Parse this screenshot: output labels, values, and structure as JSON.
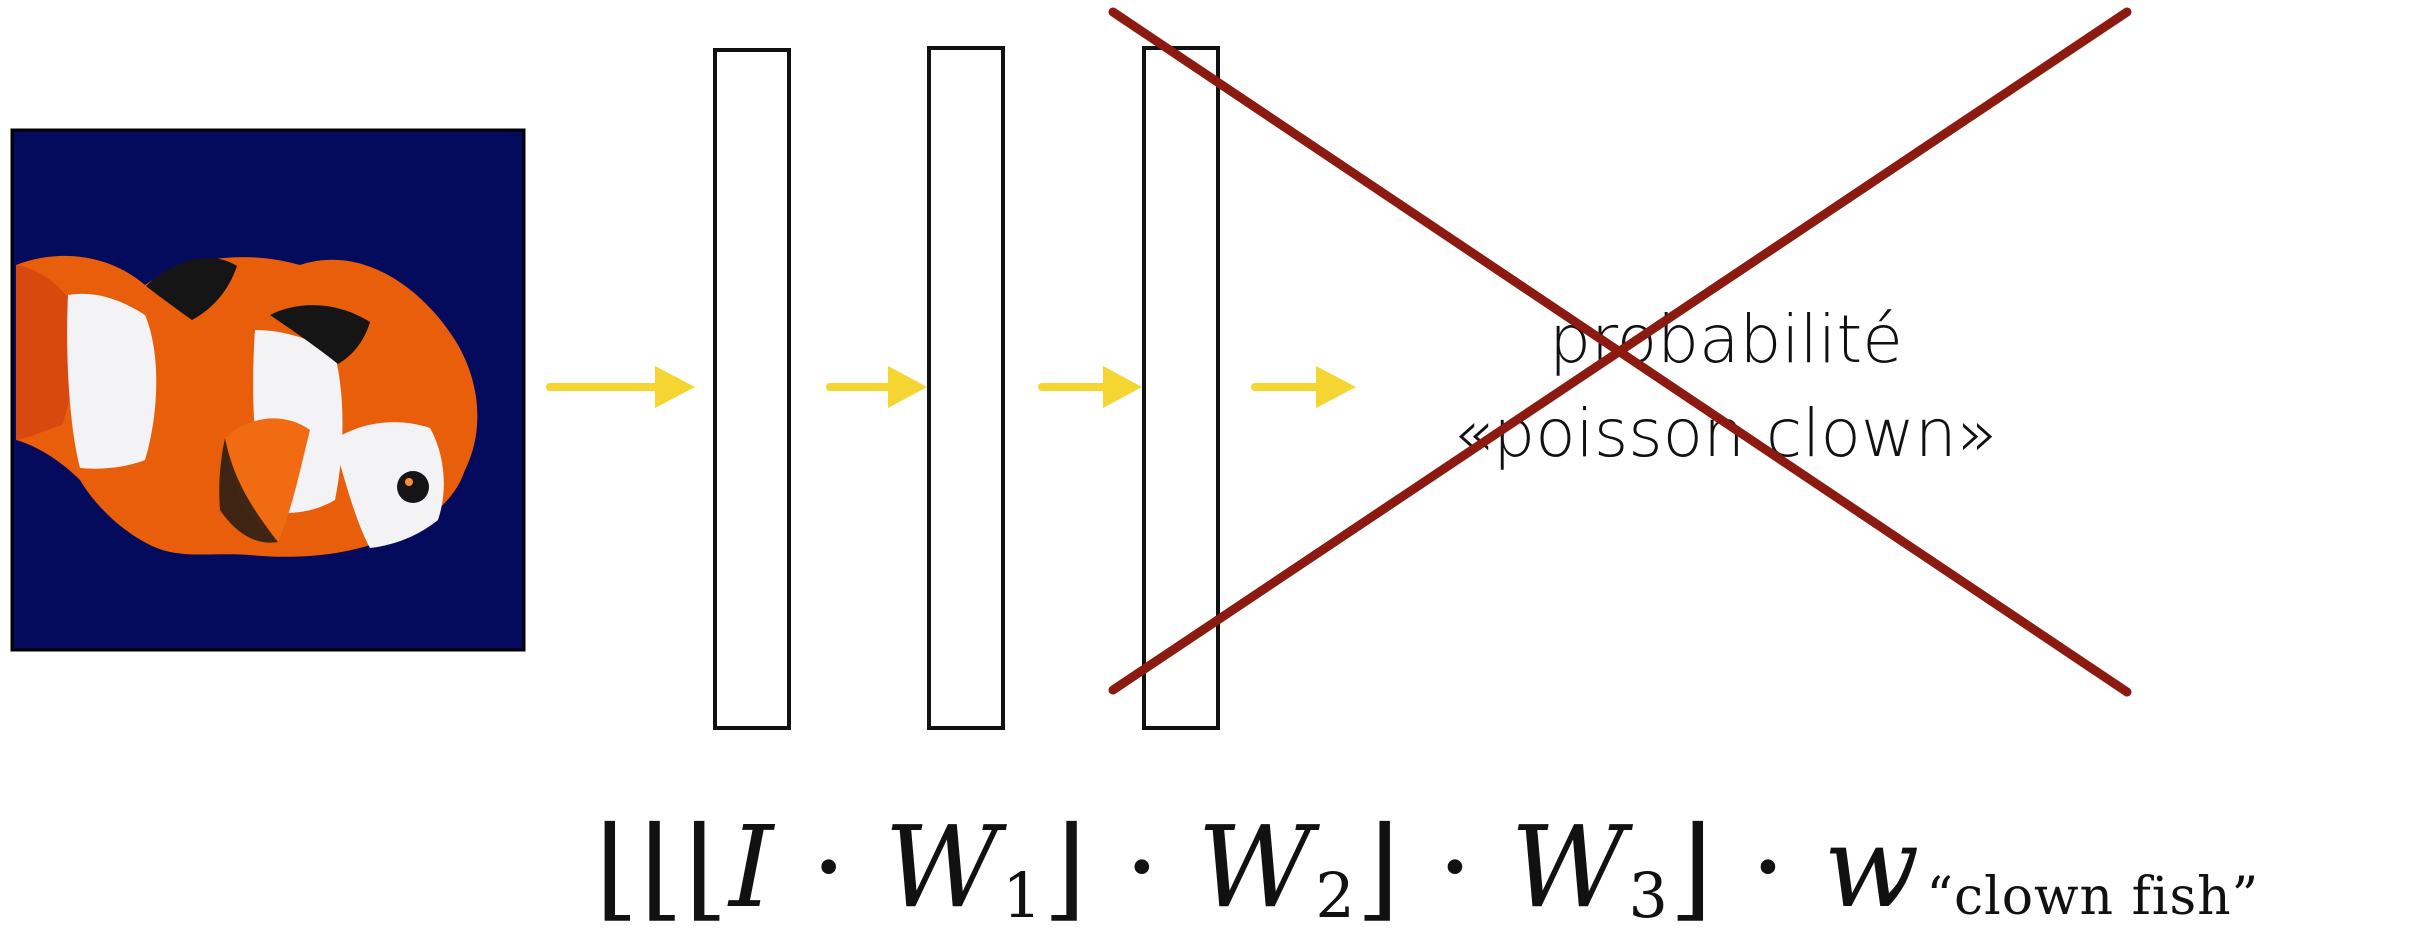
{
  "diagram": {
    "image_alt": "clownfish photo",
    "label_line1": "probabilité",
    "label_line2": "«poisson clown»",
    "formula_tokens": {
      "floor_left": "⌊",
      "floor_right": "⌋",
      "dot": "·",
      "I": "I",
      "W": "W",
      "w": "w",
      "sub1": "1",
      "sub2": "2",
      "sub3": "3",
      "label_sub": "“clown fish”"
    },
    "colors": {
      "arrow": "#f4d531",
      "cross": "#8b1a10",
      "image_bg": "#050b5c",
      "fish_orange": "#e85e0a",
      "fish_white": "#f3f3f5",
      "fish_black": "#151515",
      "box_stroke": "#111111"
    }
  }
}
